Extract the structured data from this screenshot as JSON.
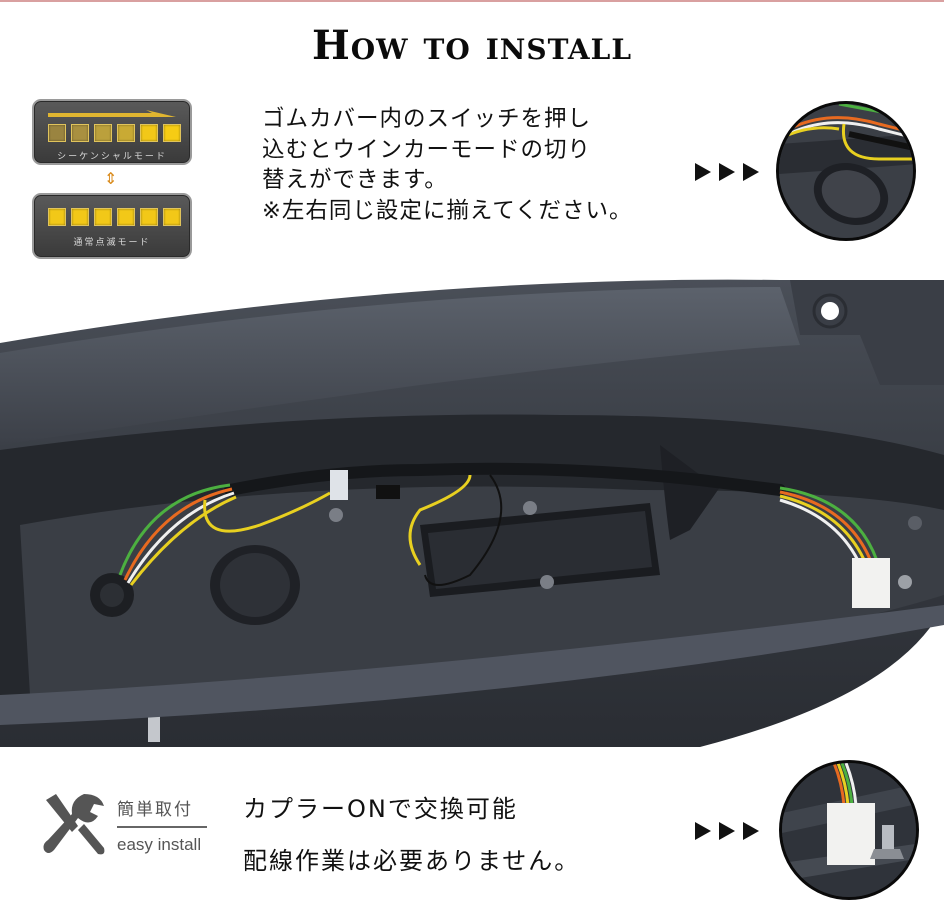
{
  "header": {
    "title": "How to install",
    "rule_color": "#d9a0a0"
  },
  "modes": {
    "sequential": {
      "label": "シーケンシャルモード",
      "led_colors": [
        "#9a8440",
        "#a99040",
        "#bba03c",
        "#c9aa34",
        "#f2c818",
        "#f6cc14"
      ],
      "arrow_color": "#e0b530"
    },
    "swap_icon": "up-down-arrow",
    "normal": {
      "label": "通常点滅モード",
      "led_colors": [
        "#f2c818",
        "#f2c818",
        "#f2c818",
        "#f2c818",
        "#f2c818",
        "#f2c818"
      ]
    }
  },
  "instructions": {
    "lines": [
      "ゴムカバー内のスイッチを押し",
      "込むとウインカーモードの切り",
      "替えができます。",
      "※左右同じ設定に揃えてください。"
    ]
  },
  "pointer_arrows": "▶▶▶",
  "easy_install": {
    "label_ja": "簡単取付",
    "label_en": "easy install",
    "icon": "tools-icon"
  },
  "bottom_text": {
    "lines": [
      "カプラーONで交換可能",
      "配線作業は必要ありません。"
    ]
  },
  "colors": {
    "photo_plastic": "#3a3e45",
    "wire_yellow": "#e8d020",
    "wire_orange": "#e86a20",
    "wire_green": "#4cb040",
    "wire_white": "#f0f0f0",
    "icon_gray": "#555555"
  }
}
